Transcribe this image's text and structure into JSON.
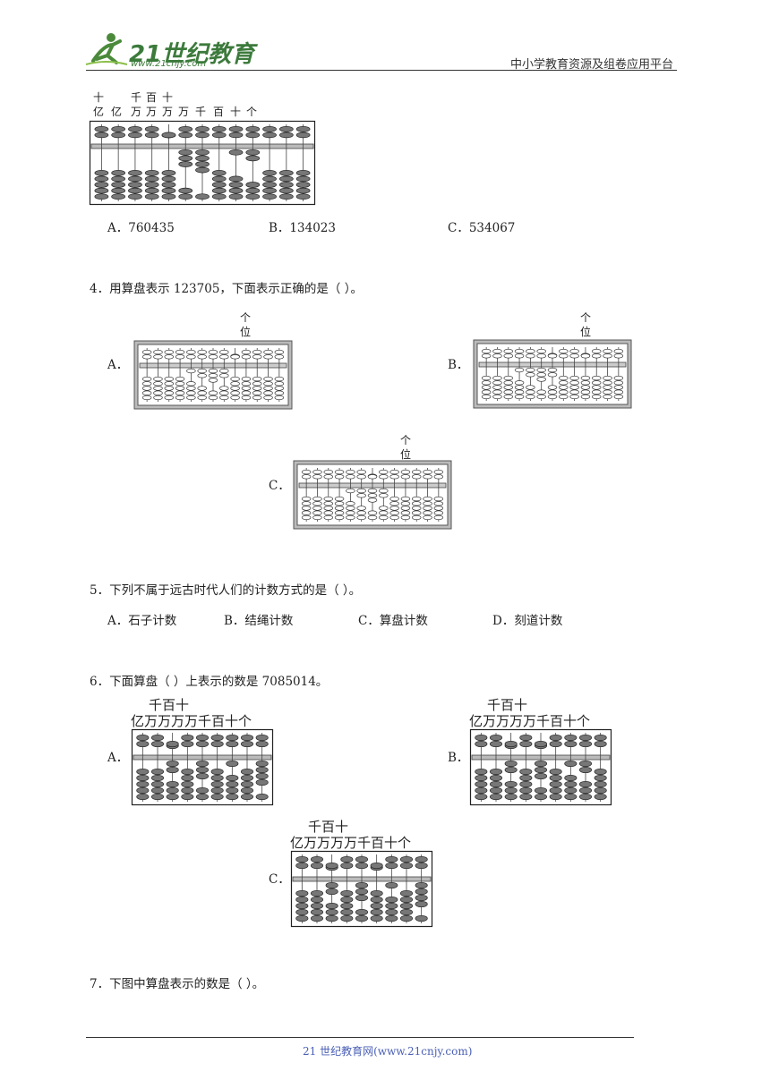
{
  "header": {
    "logo_main": "21世纪教育",
    "logo_url": "www.21cnjy.com",
    "platform": "中小学教育资源及组卷应用平台"
  },
  "top_abacus": {
    "place_top": [
      "十",
      "",
      "千",
      "百",
      "十",
      "",
      "",
      "",
      "",
      ""
    ],
    "place_bottom": [
      "亿",
      "亿",
      "万",
      "万",
      "万",
      "万",
      "千",
      "百",
      "十",
      "个"
    ],
    "rods": 13
  },
  "q3": {
    "options": [
      {
        "letter": "A．",
        "text": "760435"
      },
      {
        "letter": "B．",
        "text": "134023"
      },
      {
        "letter": "C．",
        "text": "534067"
      }
    ]
  },
  "q4": {
    "text": "4．用算盘表示 123705，下面表示正确的是（    ）。",
    "unit_top": "个",
    "unit_bottom": "位",
    "labels": [
      "A．",
      "B．",
      "C．"
    ]
  },
  "q5": {
    "text": "5．下列不属于远古时代人们的计数方式的是（    ）。",
    "options": [
      {
        "letter": "A．",
        "text": "石子计数"
      },
      {
        "letter": "B．",
        "text": "结绳计数"
      },
      {
        "letter": "C．",
        "text": "算盘计数"
      },
      {
        "letter": "D．",
        "text": "刻道计数"
      }
    ]
  },
  "q6": {
    "text": "6．下面算盘（    ）上表示的数是 7085014。",
    "place_top": "千百十",
    "place_bottom": "亿万万万万千百十个",
    "labels": [
      "A．",
      "B．",
      "C．"
    ]
  },
  "q7": {
    "text": "7．下图中算盘表示的数是（    ）。"
  },
  "footer": {
    "text": "21 世纪教育网(www.21cnjy.com)"
  }
}
